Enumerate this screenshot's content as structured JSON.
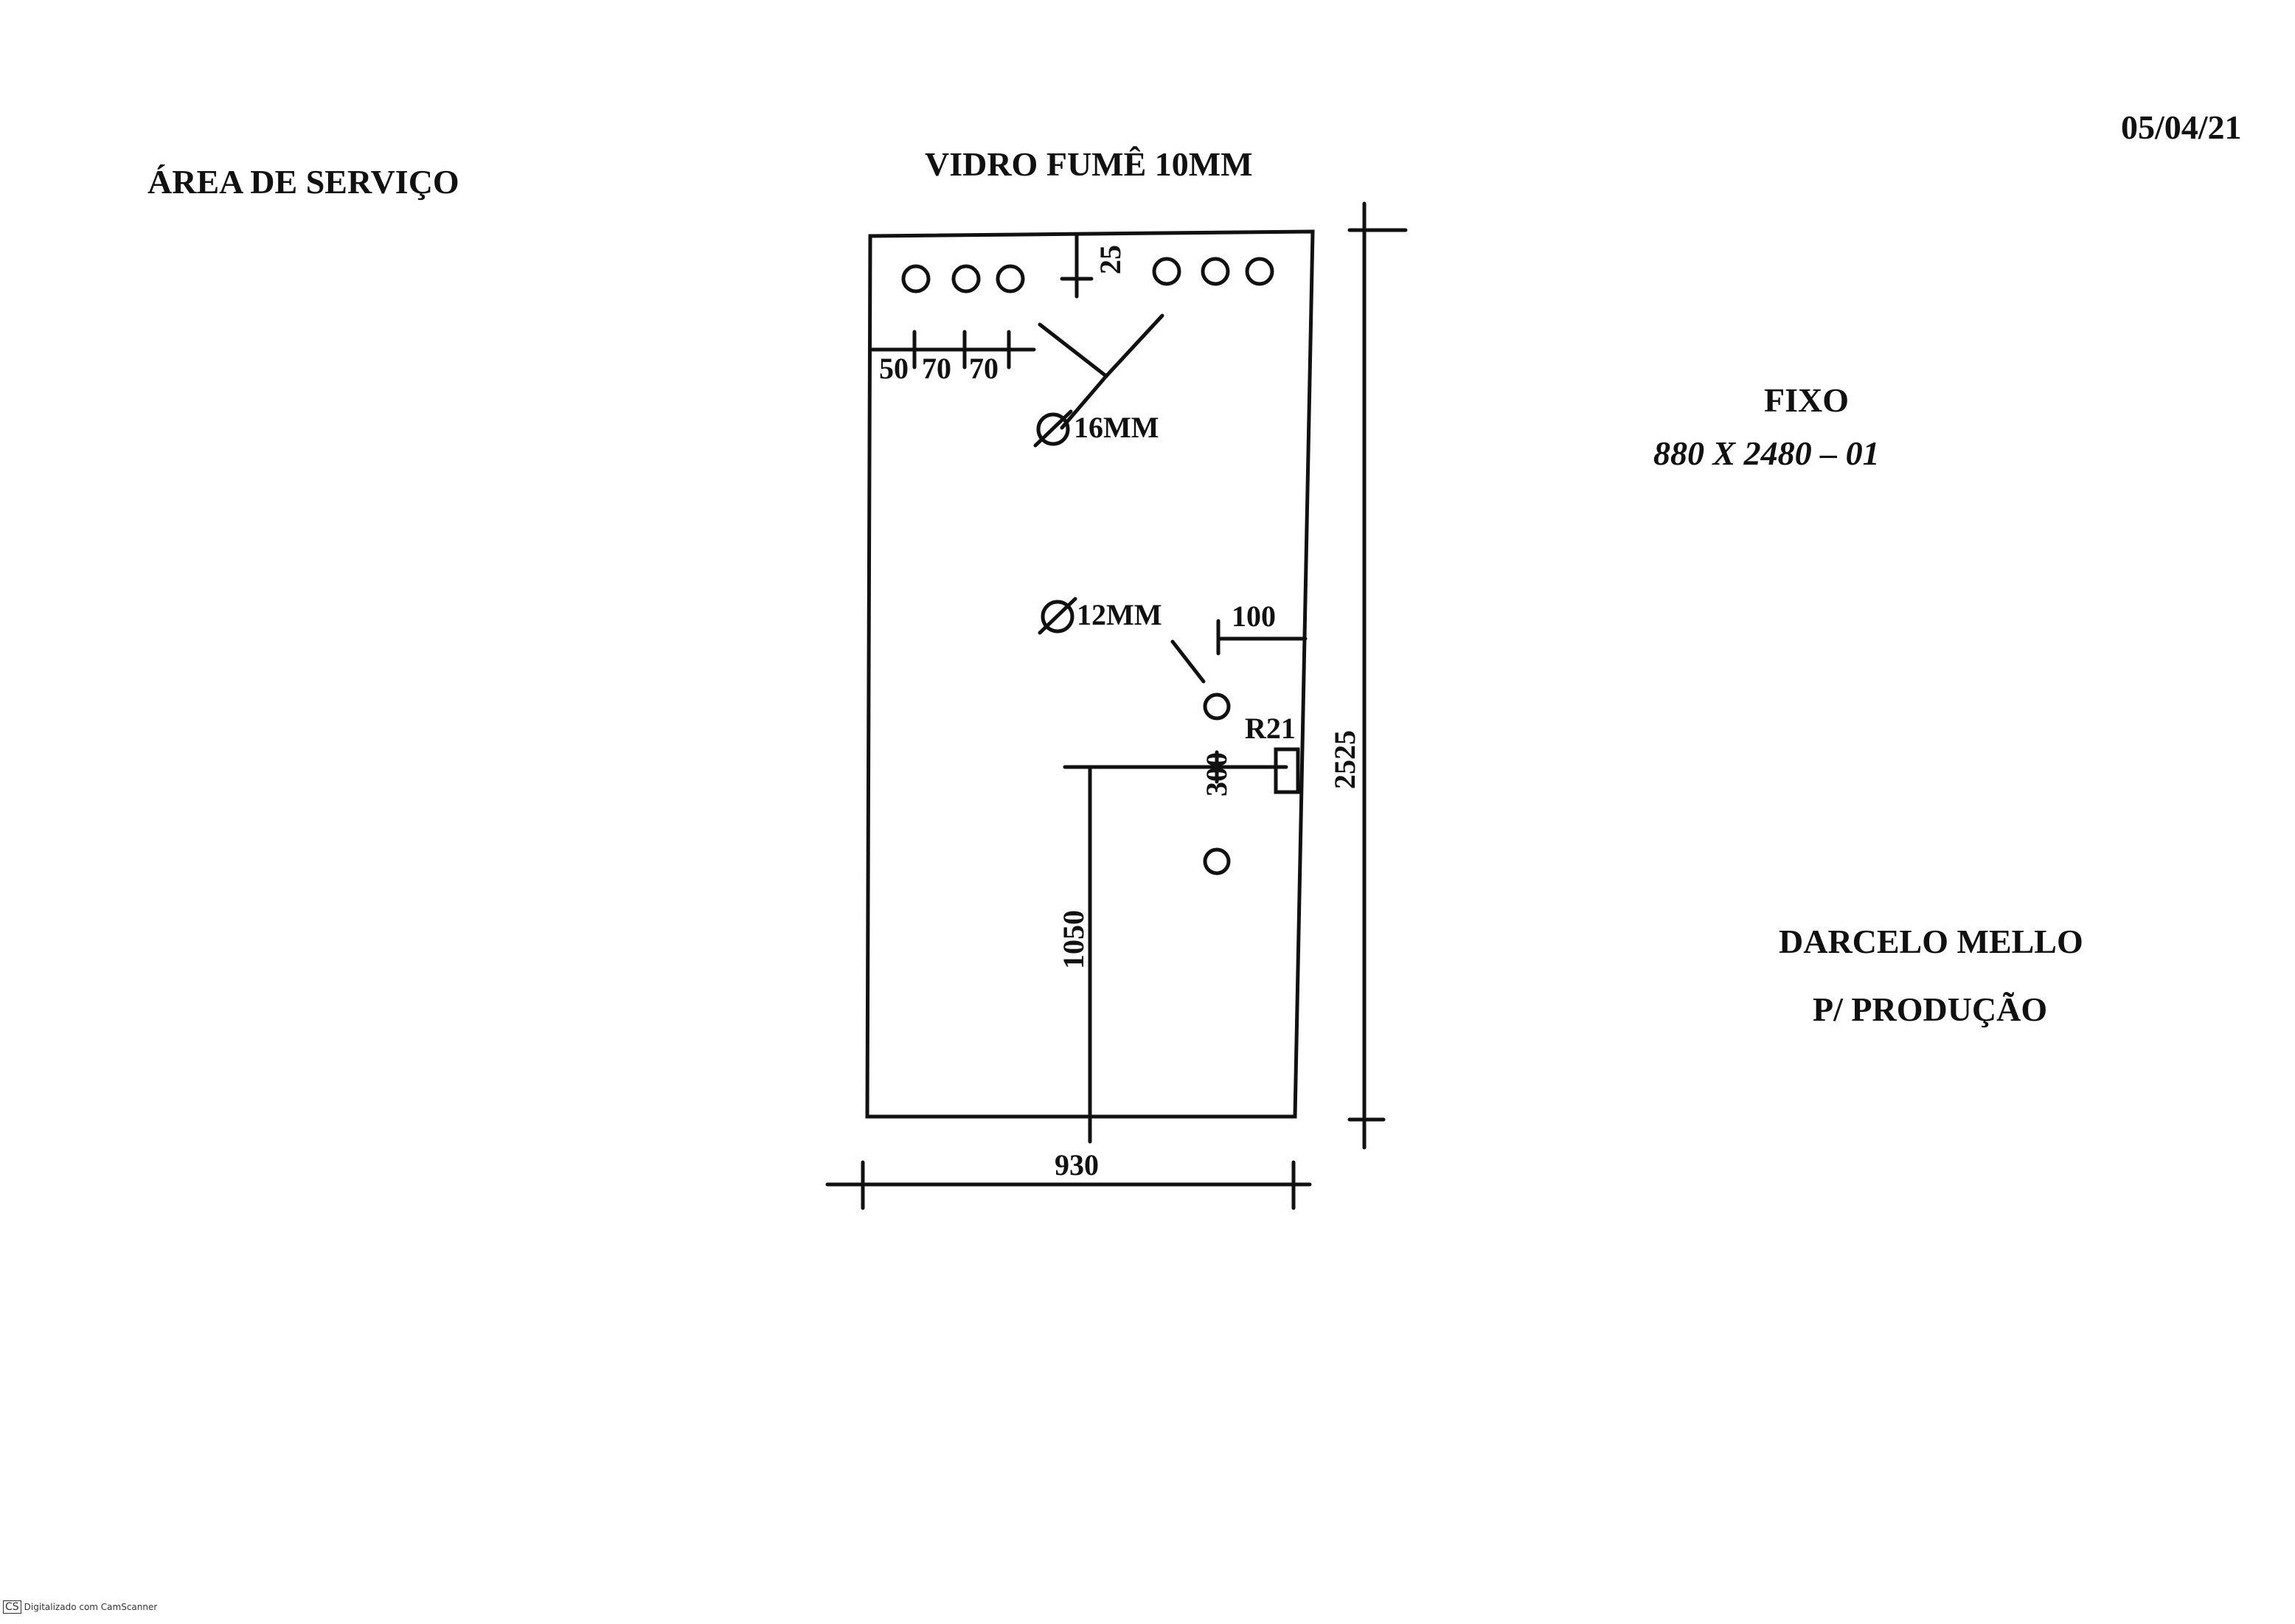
{
  "header": {
    "area": "ÁREA DE SERVIÇO",
    "material": "VIDRO FUMÊ 10MM",
    "date": "05/04/21"
  },
  "spec": {
    "type": "FIXO",
    "size": "880 X 2480  –  01"
  },
  "signature": {
    "name": "DARCELO MELLO",
    "purpose": "P/ PRODUÇÃO"
  },
  "annotations": {
    "hole_large": "16MM",
    "hole_small": "12MM",
    "radius": "R21"
  },
  "dimensions": {
    "top_edge": "25",
    "hole_spacing": [
      "50",
      "70",
      "70"
    ],
    "right_offset": "100",
    "hole_gap": "300",
    "height_from_bottom": "1050",
    "overall_height": "2525",
    "overall_width": "930"
  },
  "footer": {
    "scanner_mark": "CS",
    "scanner_text": "Digitalizado com CamScanner"
  }
}
